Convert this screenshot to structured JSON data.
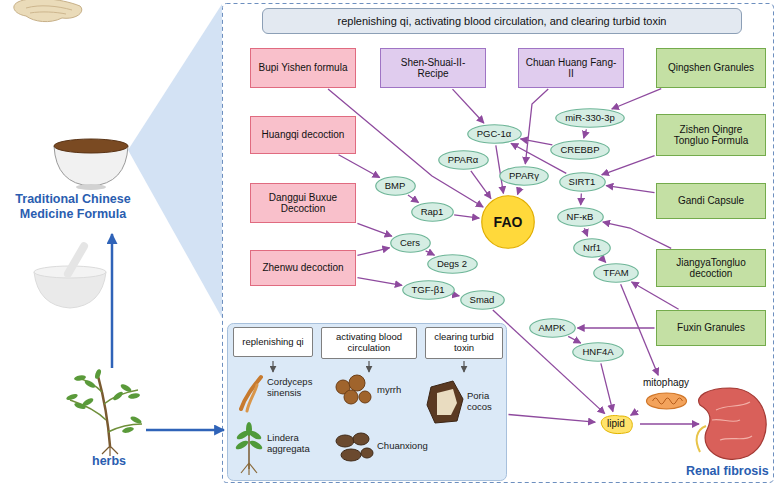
{
  "diagram": {
    "nodes": [
      {
        "text": [
          "replenishing qi, activating blood circulation, and clearing turbid toxin"
        ]
      },
      {
        "text": [
          "Bupi Yishen formula"
        ]
      },
      {
        "text": [
          "Shen-Shuai-II-Recipe"
        ]
      },
      {
        "text": [
          "Chuan Huang Fang-II"
        ]
      },
      {
        "text": [
          "Qingshen Granules"
        ]
      },
      {
        "text": [
          "Huangqi decoction"
        ]
      },
      {
        "text": [
          "Zishen Qingre Tongluo Formula"
        ]
      },
      {
        "text": [
          "miR-330-3p"
        ]
      },
      {
        "text": [
          "PGC-1α"
        ]
      },
      {
        "text": [
          "CREBBP"
        ]
      },
      {
        "text": [
          "PPARα"
        ]
      },
      {
        "text": [
          "PPARγ"
        ]
      },
      {
        "text": [
          "SIRT1"
        ]
      },
      {
        "text": [
          "Gandi Capsule"
        ]
      },
      {
        "text": [
          "BMP"
        ]
      },
      {
        "text": [
          "Danggui Buxue Decoction"
        ]
      },
      {
        "text": [
          "Rap1"
        ]
      },
      {
        "text": [
          "FAO"
        ]
      },
      {
        "text": [
          "NF-κB"
        ]
      },
      {
        "text": [
          "Cers"
        ]
      },
      {
        "text": [
          "Nrf1"
        ]
      },
      {
        "text": [
          "Degs 2"
        ]
      },
      {
        "text": [
          "Zhenwu decoction"
        ]
      },
      {
        "text": [
          "TFAM"
        ]
      },
      {
        "text": [
          "JiangyaTongluo decoction"
        ]
      },
      {
        "text": [
          "TGF-β1"
        ]
      },
      {
        "text": [
          "Smad"
        ]
      },
      {
        "text": [
          "AMPK"
        ]
      },
      {
        "text": [
          "Fuxin Granules"
        ]
      },
      {
        "text": [
          "HNF4A"
        ]
      },
      {
        "text": [
          "Cordyceps sinensis",
          "Lindera aggregata",
          "myrrh",
          "Chuanxiong",
          "Poria cocos"
        ]
      },
      {
        "text": [
          "replenishing qi"
        ],
        "in": 30
      },
      {
        "text": [
          "activating blood circulation"
        ],
        "in": 30
      },
      {
        "text": [
          "clearing turbid toxin"
        ],
        "in": 30
      },
      {
        "text": [
          "mitophagy"
        ]
      },
      {
        "text": [
          "lipid"
        ]
      }
    ],
    "edges": [
      {
        "from": 1,
        "to": 17,
        "arrow": "to"
      },
      {
        "from": 2,
        "to": 8,
        "arrow": "to"
      },
      {
        "from": 3,
        "to": 11,
        "arrow": "to"
      },
      {
        "from": 4,
        "to": 7,
        "arrow": "to"
      },
      {
        "from": 7,
        "to": 9,
        "arrow": "to"
      },
      {
        "from": 9,
        "to": 8,
        "arrow": "to"
      },
      {
        "from": 6,
        "to": 12,
        "arrow": "to"
      },
      {
        "from": 13,
        "to": 12,
        "arrow": "to"
      },
      {
        "from": 24,
        "to": 18,
        "arrow": "to"
      },
      {
        "from": 12,
        "to": 8,
        "arrow": "to"
      },
      {
        "from": 12,
        "to": 18,
        "arrow": "to"
      },
      {
        "from": 5,
        "to": 14,
        "arrow": "to"
      },
      {
        "from": 14,
        "to": 16,
        "arrow": "to"
      },
      {
        "from": 16,
        "to": 17,
        "arrow": "to"
      },
      {
        "from": 15,
        "to": 19,
        "arrow": "to"
      },
      {
        "from": 19,
        "to": 21,
        "arrow": "to"
      },
      {
        "from": 22,
        "to": 19,
        "arrow": "to"
      },
      {
        "from": 22,
        "to": 25,
        "arrow": "to"
      },
      {
        "from": 25,
        "to": 26,
        "arrow": "to"
      },
      {
        "from": 8,
        "to": 17,
        "arrow": "to"
      },
      {
        "from": 10,
        "to": 17,
        "arrow": "to"
      },
      {
        "from": 11,
        "to": 17,
        "arrow": "to"
      },
      {
        "from": 18,
        "to": 20,
        "arrow": "to"
      },
      {
        "from": 20,
        "to": 23,
        "arrow": "to"
      },
      {
        "from": 28,
        "to": 27,
        "arrow": "to"
      },
      {
        "from": 28,
        "to": 23,
        "arrow": "to"
      },
      {
        "from": 27,
        "to": 29,
        "arrow": "to"
      },
      {
        "from": 23,
        "to": 34,
        "arrow": "to"
      },
      {
        "from": 29,
        "to": 35,
        "arrow": "to"
      },
      {
        "from": 26,
        "to": 35,
        "arrow": "to"
      },
      {
        "from": 34,
        "to": 35,
        "arrow": "to"
      },
      {
        "from": 30,
        "to": 35,
        "arrow": "to"
      }
    ],
    "labels": [
      "Traditional Chinese Medicine Formula",
      "herbs",
      "Renal fibrosis"
    ]
  }
}
